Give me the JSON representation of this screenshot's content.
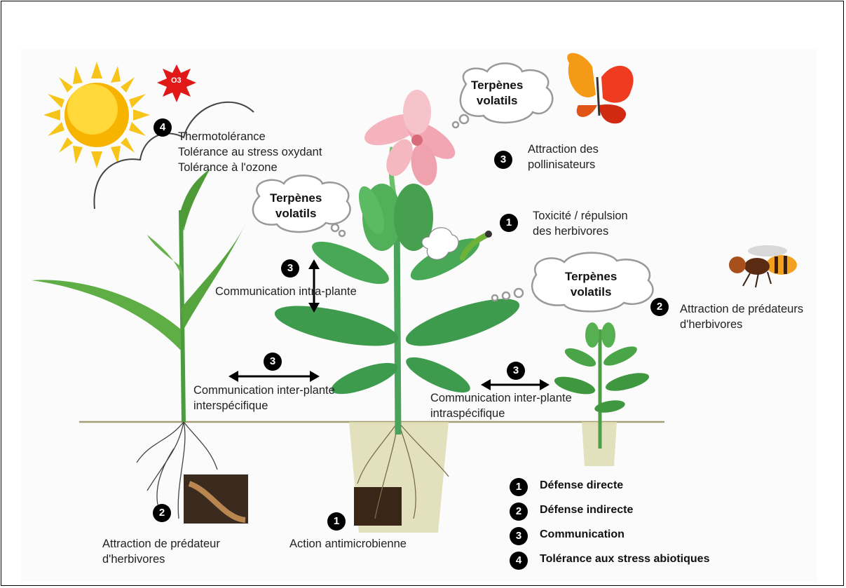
{
  "bubbles": {
    "flower": [
      "Terpènes",
      "volatils"
    ],
    "left": [
      "Terpènes",
      "volatils"
    ],
    "right": [
      "Terpènes",
      "volatils"
    ]
  },
  "ozone_symbol": "O3",
  "labels": {
    "abiotic": {
      "num": "4",
      "lines": [
        "Thermotolérance",
        "Tolérance au stress oxydant",
        "Tolérance à l'ozone"
      ]
    },
    "pollinators": {
      "num": "3",
      "lines": [
        "Attraction des",
        "pollinisateurs"
      ]
    },
    "herbivores": {
      "num": "1",
      "lines": [
        "Toxicité / répulsion",
        "des herbivores"
      ]
    },
    "intra_plant": {
      "num": "3",
      "lines": [
        "Communication intra-plante"
      ]
    },
    "predators_right": {
      "num": "2",
      "lines": [
        "Attraction de prédateurs",
        "d'herbivores"
      ]
    },
    "inter_left": {
      "num": "3",
      "lines": [
        "Communication inter-plante",
        "interspécifique"
      ]
    },
    "inter_right": {
      "num": "3",
      "lines": [
        "Communication inter-plante",
        "intraspécifique"
      ]
    },
    "predator_root": {
      "num": "2",
      "lines": [
        "Attraction de prédateur",
        "d'herbivores"
      ]
    },
    "antimicrobial": {
      "num": "1",
      "lines": [
        "Action antimicrobienne"
      ]
    }
  },
  "legend": [
    {
      "num": "1",
      "text": "Défense directe"
    },
    {
      "num": "2",
      "text": "Défense indirecte"
    },
    {
      "num": "3",
      "text": "Communication"
    },
    {
      "num": "4",
      "text": "Tolérance aux stress abiotiques"
    }
  ],
  "icons": [
    "sun-icon",
    "ozone-star-icon",
    "butterfly-icon",
    "wasp-icon",
    "caterpillar-icon",
    "lily-flower-icon",
    "maize-plant-icon",
    "seedling-icon"
  ]
}
